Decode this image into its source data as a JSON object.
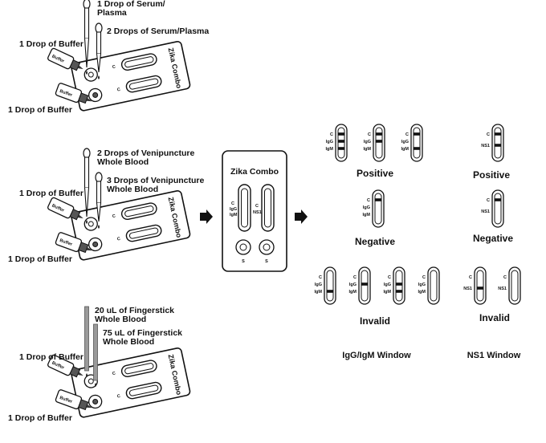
{
  "steps": [
    {
      "sample_1": [
        "1 Drop of Serum/",
        "Plasma"
      ],
      "sample_2": [
        "2 Drops of Serum/Plasma"
      ],
      "buffer_top": "1 Drop of Buffer",
      "buffer_bottom": "1 Drop of Buffer",
      "pipette_style": "dropper"
    },
    {
      "sample_1": [
        "2 Drops of Venipuncture",
        "Whole Blood"
      ],
      "sample_2": [
        "3 Drops of Venipuncture",
        "Whole Blood"
      ],
      "buffer_top": "1 Drop of Buffer",
      "buffer_bottom": "1 Drop of Buffer",
      "pipette_style": "dropper"
    },
    {
      "sample_1": [
        "20 uL of Fingerstick",
        "Whole Blood"
      ],
      "sample_2": [
        "75 uL of Fingerstick",
        "Whole Blood"
      ],
      "buffer_top": "1 Drop of Buffer",
      "buffer_bottom": "1 Drop of Buffer",
      "pipette_style": "capillary"
    }
  ],
  "cassette": {
    "brand": "Zika Combo",
    "bottle_label": "Buffer",
    "small_label_c": "C",
    "small_label_igg": "IgG",
    "small_label_igm": "IgM",
    "small_label_ns1": "NS1",
    "well_label_s": "S"
  },
  "results": {
    "labels": {
      "c": "C",
      "igg": "IgG",
      "igm": "IgM",
      "ns1": "NS1"
    },
    "igg_igm": {
      "positive": {
        "title": "Positive",
        "strips": [
          [
            "c",
            "igg",
            "igm"
          ],
          [
            "c",
            "igg"
          ],
          [
            "c",
            "igm"
          ]
        ]
      },
      "negative": {
        "title": "Negative",
        "strips": [
          [
            "c"
          ]
        ]
      },
      "invalid": {
        "title": "Invalid",
        "strips": [
          [
            "igm"
          ],
          [
            "igg"
          ],
          [
            "igg",
            "igm"
          ],
          []
        ]
      }
    },
    "ns1": {
      "positive": {
        "title": "Positive",
        "strips": [
          [
            "c",
            "ns1"
          ]
        ]
      },
      "negative": {
        "title": "Negative",
        "strips": [
          [
            "c"
          ]
        ]
      },
      "invalid": {
        "title": "Invalid",
        "strips": [
          [
            "ns1"
          ],
          []
        ]
      }
    },
    "window_labels": {
      "igg_igm": "IgG/IgM Window",
      "ns1": "NS1 Window"
    }
  }
}
